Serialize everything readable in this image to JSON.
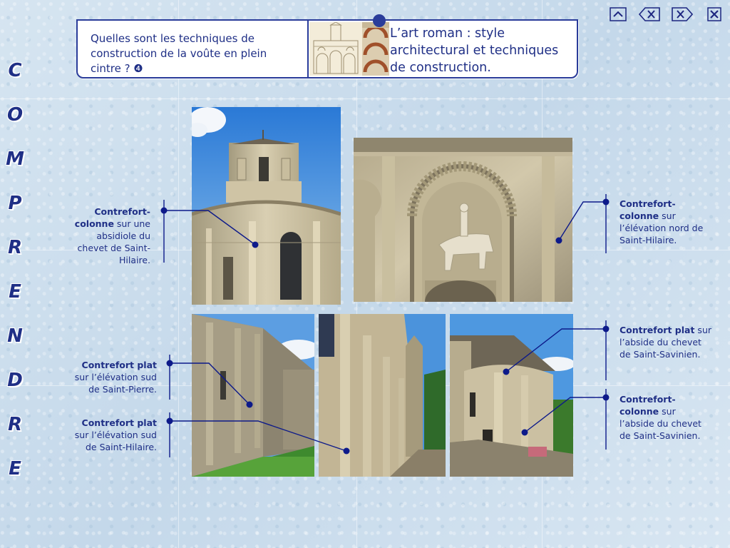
{
  "side_title": [
    "C",
    "O",
    "M",
    "P",
    "R",
    "E",
    "N",
    "D",
    "R",
    "E"
  ],
  "nav": {
    "up_icon": "chevron-up-icon",
    "back_icon": "back-delete-icon",
    "forward_icon": "forward-delete-icon",
    "close_icon": "close-icon"
  },
  "header": {
    "question": "Quelles sont les techniques de construction de la voûte en plein cintre ? ❹",
    "title": "L’art roman : style architectural et techniques de construction."
  },
  "captions": {
    "c1": {
      "bold": "Contrefort-colonne",
      "rest": " sur une absidiole du chevet de Saint-Hilaire."
    },
    "c2": {
      "bold": "Contrefort-colonne",
      "rest": " sur l’élévation nord de Saint-Hilaire."
    },
    "c3": {
      "bold": "Contrefort plat",
      "rest": " sur l’abside du chevet de Saint-Savinien."
    },
    "c4": {
      "bold": "Contrefort-colonne",
      "rest": " sur l’abside du chevet de Saint-Savinien."
    },
    "c5": {
      "bold": "Contrefort plat",
      "rest": " sur l’élévation sud de Saint-Pierre."
    },
    "c6": {
      "bold": "Contrefort plat",
      "rest": " sur l’élévation sud de Saint-Hilaire."
    }
  },
  "colors": {
    "accent": "#1f2f86",
    "frame": "#2a3c9a",
    "pointer": "#0d1a8a"
  }
}
